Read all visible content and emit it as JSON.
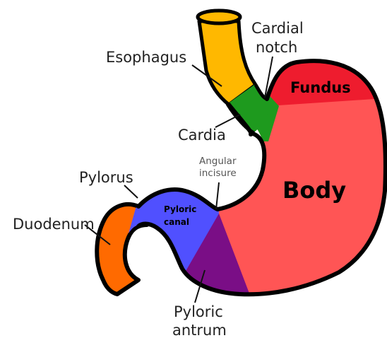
{
  "labels": {
    "esophagus": "Esophagus",
    "cardial_notch_line1": "Cardial",
    "cardial_notch_line2": "notch",
    "cardia": "Cardia",
    "angular_incisure_line1": "Angular",
    "angular_incisure_line2": "incisure",
    "pylorus": "Pylorus",
    "duodenum": "Duodenum",
    "pyloric_antrum_line1": "Pyloric",
    "pyloric_antrum_line2": "antrum"
  },
  "regions": {
    "fundus": "Fundus",
    "body": "Body",
    "pyloric_canal_line1": "Pyloric",
    "pyloric_canal_line2": "canal"
  },
  "colors": {
    "esophagus": "#FFB800",
    "cardia": "#1E9A1E",
    "fundus": "#EE1C2E",
    "body": "#FF5555",
    "pyloric_canal": "#5050FF",
    "pyloric_antrum": "#7A0E86",
    "duodenum": "#FF6A00",
    "outline": "#000000"
  }
}
